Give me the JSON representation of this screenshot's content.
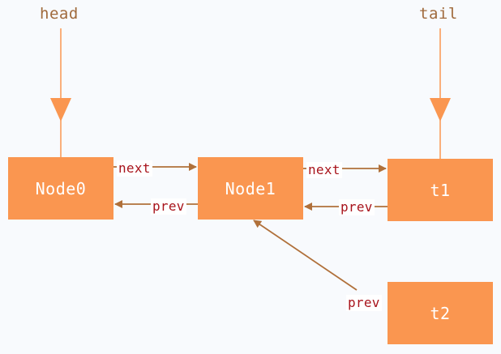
{
  "pointers": {
    "head": "head",
    "tail": "tail"
  },
  "nodes": {
    "node0": "Node0",
    "node1": "Node1",
    "t1": "t1",
    "t2": "t2"
  },
  "edges": {
    "node0_next": "next",
    "node1_prev": "prev",
    "node1_next": "next",
    "t1_prev": "prev",
    "t2_prev": "prev"
  },
  "colors": {
    "node_fill": "#fa9650",
    "node_text": "#ffffff",
    "pointer_line": "#fa9650",
    "arrow_line": "#b0703a",
    "edge_label": "#a8141c",
    "pointer_label": "#a06a3c",
    "background": "#f8fafd"
  }
}
